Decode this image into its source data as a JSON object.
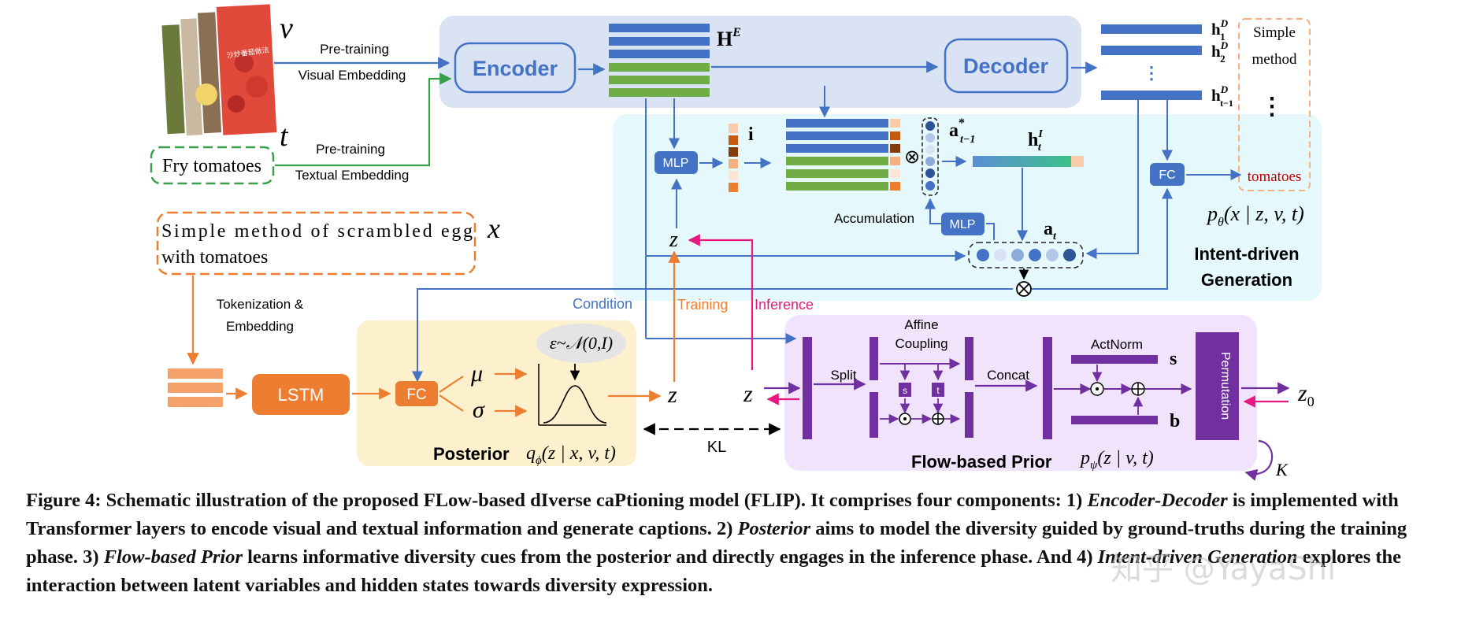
{
  "inputs": {
    "v_symbol": "v",
    "t_symbol": "t",
    "x_symbol": "x",
    "visual_line1": "Pre-training",
    "visual_line2": "Visual Embedding",
    "textual_line1": "Pre-training",
    "textual_line2": "Textual Embedding",
    "text_input": "Fry tomatoes",
    "caption_line1": "Simple method of scrambled egg",
    "caption_line2": "with tomatoes",
    "tokenization_line1": "Tokenization &",
    "tokenization_line2": "Embedding",
    "image_overlay_text": "沙炒番茄做法"
  },
  "encoder_decoder": {
    "encoder_label": "Encoder",
    "decoder_label": "Decoder",
    "he_label": "H",
    "he_sup": "E",
    "h1": "h",
    "h1_sub": "1",
    "h1_sup": "D",
    "h2": "h",
    "h2_sub": "2",
    "h2_sup": "D",
    "ht": "h",
    "ht_sub": "t−1",
    "ht_sup": "D",
    "dots": "⋮"
  },
  "output": {
    "word1": "Simple",
    "word2": "method",
    "last_word": "tomatoes",
    "dots": "⋮",
    "prob_label": "p",
    "prob_sub": "θ",
    "prob_rest": "(x | z, v, t)"
  },
  "intent": {
    "mlp_label": "MLP",
    "mlp2_label": "MLP",
    "fc_label": "FC",
    "i_label": "i",
    "a_star_label": "a",
    "a_star_sup": "*",
    "a_star_sub": "t−1",
    "hi_label": "h",
    "hi_sup": "I",
    "hi_sub": "t",
    "at_label": "a",
    "at_sub": "t",
    "accumulation_label": "Accumulation",
    "title_line1": "Intent-driven",
    "title_line2": "Generation",
    "z_label": "z",
    "otimes": "⊗"
  },
  "legend": {
    "condition": "Condition",
    "training": "Training",
    "inference": "Inference"
  },
  "posterior": {
    "lstm_label": "LSTM",
    "fc_label": "FC",
    "mu": "μ",
    "sigma": "σ",
    "epsilon": "ε~𝒩(0,I)",
    "z_label": "z",
    "title": "Posterior",
    "q_label": "q",
    "q_sub": "ϕ",
    "q_rest": "(z | x, v, t)",
    "kl_label": "KL"
  },
  "flow": {
    "z_label": "z",
    "split_label": "Split",
    "affine_line1": "Affine",
    "affine_line2": "Coupling",
    "s_small": "s",
    "t_small": "t",
    "concat_label": "Concat",
    "actnorm_label": "ActNorm",
    "s_label": "s",
    "b_label": "b",
    "permutation_label": "Permutation",
    "z0_label": "z",
    "z0_sub": "0",
    "k_label": "K",
    "title": "Flow-based Prior",
    "p_label": "p",
    "p_sub": "ψ",
    "p_rest": "(z | v, t)"
  },
  "figure_caption": {
    "p1": "Figure 4: Schematic illustration of the proposed FLow-based dIverse caPtioning model (FLIP). It comprises four components: 1) ",
    "i1": "Encoder-Decoder",
    "p2": " is implemented with Transformer layers to encode visual and textual information and generate captions. 2) ",
    "i2": "Posterior",
    "p3": " aims to model the diversity guided by ground-truths during the training phase. 3) ",
    "i3": "Flow-based Prior",
    "p4": " learns informative diversity cues from the posterior and directly engages in the inference phase. And 4) ",
    "i4": "Intent-driven Generation",
    "p5": " explores the interaction between latent variables and hidden states towards diversity expression."
  },
  "watermark": "知乎 @YayaShi",
  "colors": {
    "blue": "#4472c4",
    "green": "#70ad47",
    "orange": "#ed7d31",
    "magenta": "#e6197f",
    "purple": "#7030a0",
    "encoder_panel": "#dae3f3",
    "intent_panel": "#e5f8fb",
    "posterior_panel": "#fdf0cc",
    "flow_panel": "#f1e3fb",
    "dark_red_text": "#c00000"
  }
}
